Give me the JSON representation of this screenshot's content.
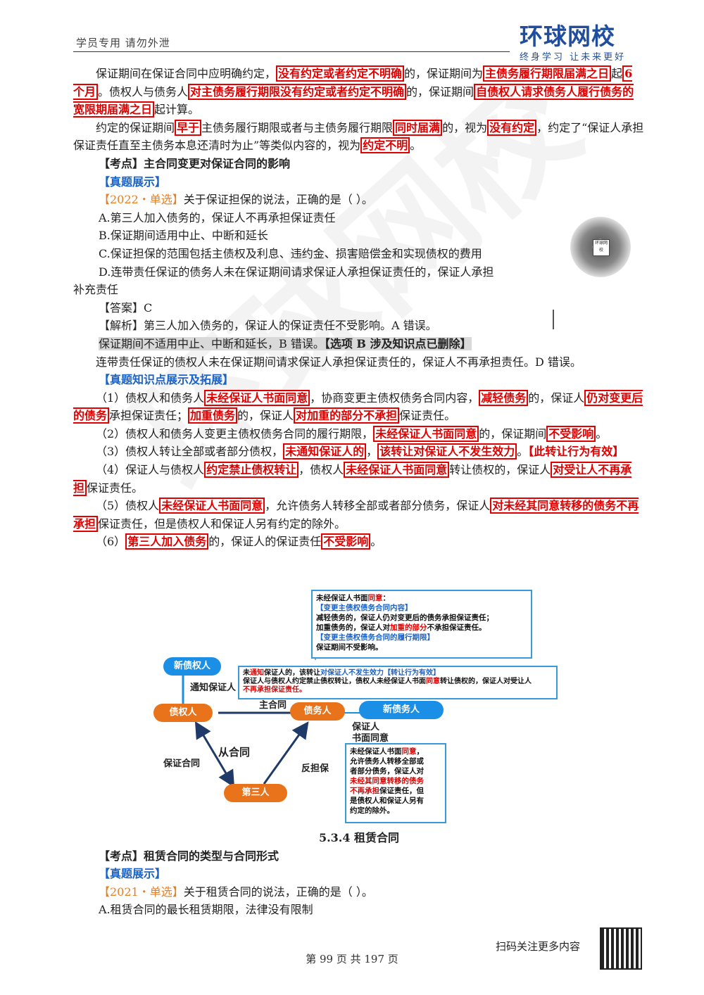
{
  "header": {
    "left_text": "学员专用 请勿外泄",
    "logo_main": "环球网校",
    "logo_sub": "终身学习 让未来更好"
  },
  "watermark": "环球网校",
  "para1": {
    "t1": "保证期间在保证合同中应明确约定，",
    "h1": "没有约定或者约定不明确",
    "t2": "的，保证期间为",
    "h2": "主债务履行期限届满之日",
    "t3": "起",
    "h3": "6 个月",
    "t4": "。债权人与债务人",
    "h4": "对主债务履行期限没有约定或者约定不明确",
    "t5": "的，保证期间",
    "h5": "自债权人请求债务人履行债务的宽限期届满之日",
    "t6": "起计算。"
  },
  "para2": {
    "t1": "约定的保证期间",
    "h1": "早于",
    "t2": "主债务履行期限或者与主债务履行期限",
    "h2": "同时届满",
    "t3": "的，视为",
    "h3": "没有约定",
    "t4": "，约定了“保证人承担保证责任直至主债务本息还清时为止”等类似内容的，视为",
    "h4": "约定不明",
    "t5": "。"
  },
  "kaodian1": "【考点】主合同变更对保证合同的影响",
  "zhenti1": "【真题展示】",
  "q1": {
    "tag": "【2022・单选】",
    "stem": "关于保证担保的说法，正确的是（ ）。",
    "a": "A.第三人加入债务的，保证人不再承担保证责任",
    "b": "B.保证期间适用中止、中断和延长",
    "c": "C.保证担保的范围包括主债权及利息、违约金、损害赔偿金和实现债权的费用",
    "d1": "D.连带责任保证的债务人未在保证期间请求保证人承担保证责任的，保证人承担",
    "d2": "补充责任",
    "answer": "【答案】C",
    "jx1": "【解析】第三人加入债务的，保证人的保证责任不受影响。A 错误。",
    "jx2a": "保证期间不适用中止、中断和延长，B 错误。",
    "jx2b": "【选项 B 涉及知识点已删除】",
    "jx3": "连带责任保证的债权人未在保证期间请求保证人承担保证责任的，保证人不再承担责任。D 错误。"
  },
  "qr_mid_label": "环球网校",
  "kuozhan_title": "【真题知识点展示及拓展】",
  "k1": {
    "t1": "（1）债权人和债务人",
    "h1": "未经保证人书面同意",
    "t2": "，协商变更主债权债务合同内容，",
    "h2": "减轻债务",
    "t3": "的，保证人",
    "h3": "仍对变更后的债务",
    "t4": "承担保证责任；",
    "h4": "加重债务",
    "t5": "的，保证人",
    "h5": "对加重的部分不承担",
    "t6": "保证责任。"
  },
  "k2": {
    "t1": "（2）债权人和债务人变更主债权债务合同的履行期限，",
    "h1": "未经保证人书面同意",
    "t2": "的，保证期间",
    "h2": "不受影响",
    "t3": "。"
  },
  "k3": {
    "t1": "（3）债权人转让全部或者部分债权，",
    "h1": "未通知保证人的",
    "t2": "，",
    "h2": "该转让对保证人不发生效力",
    "t3": "。",
    "red": "【此转让行为有效】"
  },
  "k4": {
    "t1": "（4）保证人与债权人",
    "h1": "约定禁止债权转让",
    "t2": "，债权人",
    "h2": "未经保证人书面同意",
    "t3": "转让债权的，保证人",
    "h3": "对受让人不再承担",
    "t4": "保证责任。"
  },
  "k5": {
    "t1": "（5）债权人",
    "h1": "未经保证人书面同意",
    "t2": "，允许债务人转移全部或者部分债务，保证人",
    "h2": "对未经其同意转移的债务不再承担",
    "t3": "保证责任，但是债权人和保证人另有约定的除外。"
  },
  "k6": {
    "t1": "（6）",
    "h1": "第三人加入债务",
    "t2": "的，保证人的保证责任",
    "h2": "不受影响",
    "t3": "。"
  },
  "diagram": {
    "node_new_creditor": "新债权人",
    "node_creditor": "债权人",
    "node_debtor": "债务人",
    "node_new_debtor": "新债务人",
    "node_third": "第三人",
    "lbl_notify": "通知保证人",
    "lbl_main": "主合同",
    "lbl_consent1": "保证人",
    "lbl_consent2": "书面同意",
    "lbl_sub": "从合同",
    "lbl_guarantee": "保证合同",
    "lbl_counter": "反担保",
    "box1": {
      "l1a": "未经保证人书面",
      "l1b": "同意",
      "l1c": "：",
      "l2": "【变更主债权债务合同内容】",
      "l3": "减轻债务的，保证人仍对变更后的债务承担保证责任；",
      "l4a": "加重债务的，保证人对",
      "l4b": "加重的部分",
      "l4c": "不承担保证责任。",
      "l5": "【变更主债权债务合同的履行期限】",
      "l6": "保证期间不受影响。"
    },
    "box2": {
      "l1a": "未",
      "l1b": "通知",
      "l1c": "保证人的，该转让",
      "l1d": "对保证人不发生效力【转让行为有效】",
      "l2a": "保证人与债权人约定禁止债权转让，债权人未经保证人书面",
      "l2b": "同意",
      "l2c": "转让债权的，保证人对受让人",
      "l3": "不再承担保证责任。"
    },
    "box3": {
      "l1a": "未经保证人书面",
      "l1b": "同意",
      "l1c": "，",
      "l2": "允许债务人转移全部或",
      "l3": "者部分债务，保证人对",
      "l4": "未经其同意转移的债务",
      "l5a": "不再承担",
      "l5b": "保证责任，但",
      "l6": "是债权人和保证人另有",
      "l7": "约定的除外。"
    }
  },
  "section_title": "5.3.4 租赁合同",
  "kaodian2": "【考点】租赁合同的类型与合同形式",
  "zhenti2": "【真题展示】",
  "q2": {
    "tag": "【2021・单选】",
    "stem": "关于租赁合同的说法，正确的是（ ）。",
    "a": "A.租赁合同的最长租赁期限，法律没有限制"
  },
  "footer": {
    "qr_label": "扫码关注更多内容",
    "page": "第 99 页 共 197 页"
  }
}
